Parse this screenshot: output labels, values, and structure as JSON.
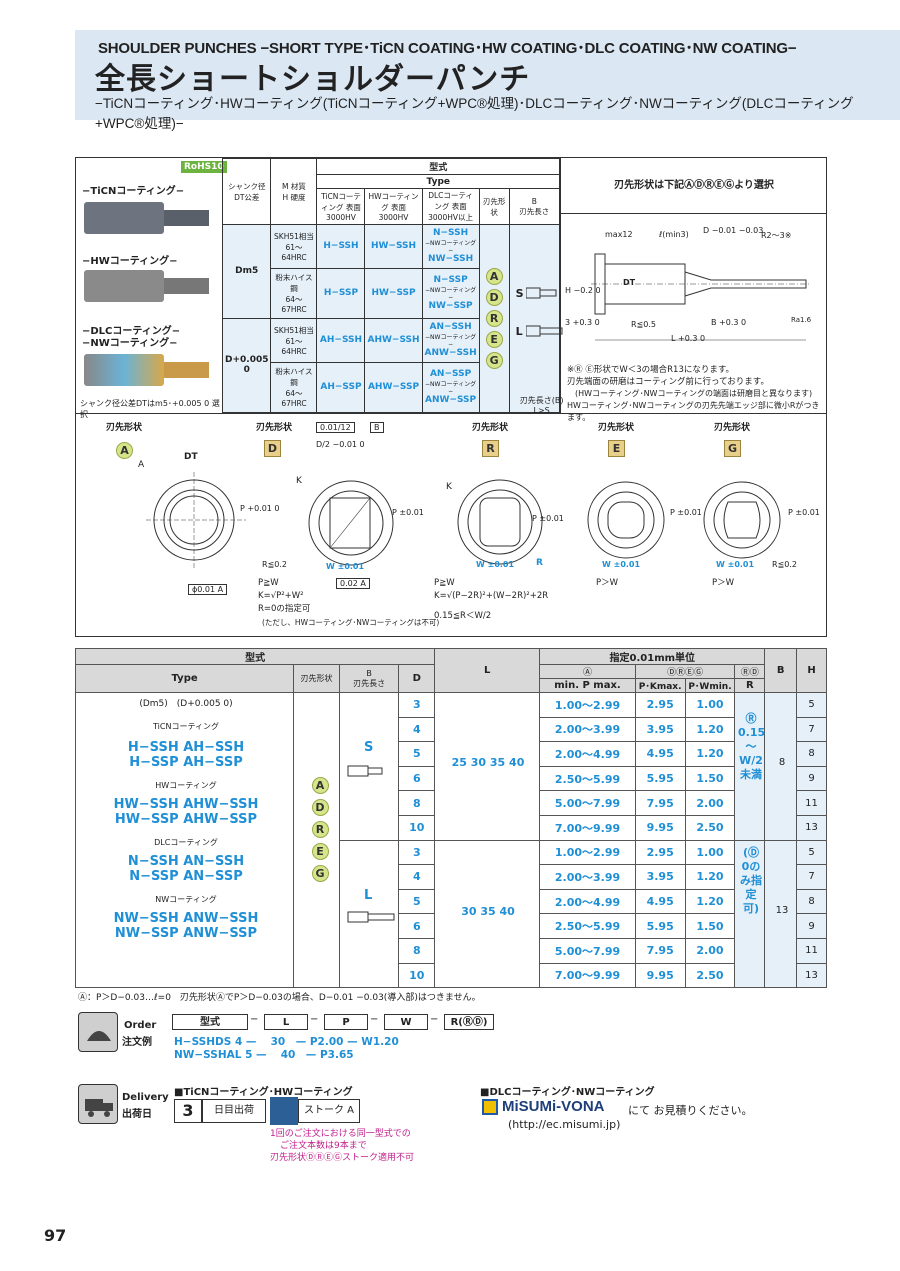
{
  "header": {
    "en_title": "SHOULDER PUNCHES −SHORT TYPE･TiCN COATING･HW COATING･DLC COATING･NW COATING−",
    "jp_title": "全長ショートショルダーパンチ",
    "jp_sub": "−TiCNコーティング･HWコーティング(TiCNコーティング+WPC®処理)･DLCコーティング･NWコーティング(DLCコーティング+WPC®処理)−"
  },
  "left_panel": {
    "rohs": "RoHS10",
    "ticn": "−TiCNコーティング−",
    "hw": "−HWコーティング−",
    "dlc": "−DLCコーティング−",
    "nw": "−NWコーティング−",
    "shank_note": "シャンク径公差DTはm5･+0.005 0 選択"
  },
  "spec_table": {
    "h_shank": "シャンク径",
    "h_shank2": "DT公差",
    "h_mat": "M 材質",
    "h_hard": "H 硬度",
    "h_type_jp": "型式",
    "h_type_en": "Type",
    "h_ticn": "TiCNコーティング 表面3000HV",
    "h_hw": "HWコーティング 表面3000HV",
    "h_dlc": "DLCコーティング 表面3000HV以上",
    "h_shape": "刃先形状",
    "h_b": "B",
    "h_blen": "刃先長さ",
    "d_m5": "Dm5",
    "d_005": "D+0.005 0",
    "mat1": "SKH51相当",
    "hard1": "61〜64HRC",
    "mat2": "粉末ハイス鋼",
    "hard2": "64〜67HRC",
    "t_h_ssh": "H−SSH",
    "t_hw_ssh": "HW−SSH",
    "t_n_ssh": "N−SSH",
    "t_nw_ssh": "NW−SSH",
    "t_h_ssp": "H−SSP",
    "t_hw_ssp": "HW−SSP",
    "t_n_ssp": "N−SSP",
    "t_nw_ssp": "NW−SSP",
    "t_ah_ssh": "AH−SSH",
    "t_ahw_ssh": "AHW−SSH",
    "t_an_ssh": "AN−SSH",
    "t_anw_ssh": "ANW−SSH",
    "t_ah_ssp": "AH−SSP",
    "t_ahw_ssp": "AHW−SSP",
    "t_an_ssp": "AN−SSP",
    "t_anw_ssp": "ANW−SSP",
    "nw_small": "−NWコーティング−",
    "shapes": [
      "A",
      "D",
      "R",
      "E",
      "G"
    ],
    "s": "S",
    "l": "L",
    "b_note": "刃先長さ(B) L>S"
  },
  "drawing": {
    "title": "刃先形状は下記ⒶⒹⓇⒺⒼより選択",
    "max12": "max12",
    "lmin3": "ℓ(min3)",
    "d_tol": "D −0.01 −0.03",
    "r23": "R2〜3※",
    "h": "H −0.2 0",
    "dt": "DT",
    "t3": "3 +0.3 0",
    "r05": "R≦0.5",
    "b03": "B +0.3 0",
    "l03": "L +0.3 0",
    "ra": "Ra1.6",
    "note1": "※Ⓡ Ⓔ形状でW＜3の場合R13になります。",
    "note2": "刃先端面の研磨はコーティング前に行っております。",
    "note3": "(HWコーティング･NWコーティングの端面は研磨目と異なります)",
    "note4": "HWコーティング･NWコーティングの刃先先端エッジ部に微小Rがつきます。"
  },
  "shapes_section": {
    "label": "刃先形状",
    "A": "A",
    "D": "D",
    "R": "R",
    "E": "E",
    "G": "G",
    "dt": "DT",
    "p": "P +0.01 0",
    "p01": "P ±0.01",
    "w01": "W ±0.01",
    "tol1": "0.01/12",
    "b": "B",
    "d2": "D/2 −0.01 0",
    "k": "K",
    "r02": "R≦0.2",
    "r": "R",
    "phi": "ϕ0.01 A",
    "flat": "0.02 A",
    "a": "A",
    "n_pw": "P≧W",
    "n_k1": "K=√P²+W²",
    "n_r0": "R=0の指定可",
    "n_r0b": "(ただし、HWコーティング･NWコーティングは不可)",
    "n_pw2": "P≧W",
    "n_k2": "K=√(P−2R)²+(W−2R)²+2R",
    "n_r15": "0.15≦R＜W/2",
    "n_pgw": "P＞W",
    "n_pgw2": "P＞W"
  },
  "main_table": {
    "h_type_jp": "型式",
    "h_type": "Type",
    "h_shape": "刃先形状",
    "h_b": "B",
    "h_blen": "刃先長さ",
    "h_d": "D",
    "h_l": "L",
    "h_unit": "指定0.01mm単位",
    "h_a": "Ⓐ",
    "h_dreg": "ⒹⓇⒺⒼ",
    "h_rd": "ⓇⒹ",
    "h_minp": "min. P max.",
    "h_pk": "P･Kmax.",
    "h_pw": "P･Wmin.",
    "h_r": "R",
    "h_bb": "B",
    "h_h": "H",
    "dm5": "(Dm5)",
    "d005": "(D+0.005 0)",
    "ticn": "TiCNコーティング",
    "ticn1": "H−SSH  AH−SSH",
    "ticn2": "H−SSP  AH−SSP",
    "hw": "HWコーティング",
    "hw1": "HW−SSH  AHW−SSH",
    "hw2": "HW−SSP  AHW−SSP",
    "dlc": "DLCコーティング",
    "dlc1": "N−SSH  AN−SSH",
    "dlc2": "N−SSP  AN−SSP",
    "nw": "NWコーティング",
    "nw1": "NW−SSH  ANW−SSH",
    "nw2": "NW−SSP  ANW−SSP",
    "s": "S",
    "l": "L",
    "l_s": "25  30  35  40",
    "l_l": "30  35  40",
    "r_text": "Ⓡ 0.15 〜 W/2 未満",
    "r_text2": "(Ⓓ 0のみ指定可)",
    "b_s": "8",
    "b_l": "13",
    "rows_s": [
      {
        "d": "3",
        "p": "1.00〜2.99",
        "pk": "2.95",
        "pw": "1.00",
        "h": "5"
      },
      {
        "d": "4",
        "p": "2.00〜3.99",
        "pk": "3.95",
        "pw": "1.20",
        "h": "7"
      },
      {
        "d": "5",
        "p": "2.00〜4.99",
        "pk": "4.95",
        "pw": "1.20",
        "h": "8"
      },
      {
        "d": "6",
        "p": "2.50〜5.99",
        "pk": "5.95",
        "pw": "1.50",
        "h": "9"
      },
      {
        "d": "8",
        "p": "5.00〜7.99",
        "pk": "7.95",
        "pw": "2.00",
        "h": "11"
      },
      {
        "d": "10",
        "p": "7.00〜9.99",
        "pk": "9.95",
        "pw": "2.50",
        "h": "13"
      }
    ],
    "rows_l": [
      {
        "d": "3",
        "p": "1.00〜2.99",
        "pk": "2.95",
        "pw": "1.00",
        "h": "5"
      },
      {
        "d": "4",
        "p": "2.00〜3.99",
        "pk": "3.95",
        "pw": "1.20",
        "h": "7"
      },
      {
        "d": "5",
        "p": "2.00〜4.99",
        "pk": "4.95",
        "pw": "1.20",
        "h": "8"
      },
      {
        "d": "6",
        "p": "2.50〜5.99",
        "pk": "5.95",
        "pw": "1.50",
        "h": "9"
      },
      {
        "d": "8",
        "p": "5.00〜7.99",
        "pk": "7.95",
        "pw": "2.00",
        "h": "11"
      },
      {
        "d": "10",
        "p": "7.00〜9.99",
        "pk": "9.95",
        "pw": "2.50",
        "h": "13"
      }
    ]
  },
  "footnote": "Ⓐ：P＞D−0.03…ℓ=0　刃先形状ⒶでP＞D−0.03の場合、D−0.01 −0.03(導入部)はつきません。",
  "order": {
    "label": "Order",
    "label_jp": "注文例",
    "f1": "型式",
    "f2": "L",
    "f3": "P",
    "f4": "W",
    "f5": "R(ⓇⒹ)",
    "ex1": "H−SSHDS 4 —　 30　— P2.00 — W1.20",
    "ex2": "NW−SSHAL 5 —　 40　— P3.65"
  },
  "delivery": {
    "label": "Delivery",
    "label_jp": "出荷日",
    "ticn_hw": "■TiCNコーティング･HWコーティング",
    "days": "3",
    "days_label": "日目出荷",
    "stroke": "ストーク A",
    "n1": "1回のご注文における同一型式での",
    "n2": "ご注文本数は9本まで",
    "n3": "刃先形状ⒹⓇⒺⒼストーク適用不可",
    "dlc_nw": "■DLCコーティング･NWコーティング",
    "misumi": "MiSUMi-VONA",
    "misumi_txt": "にて お見積りください。",
    "url": "(http://ec.misumi.jp)"
  },
  "page_num": "97"
}
